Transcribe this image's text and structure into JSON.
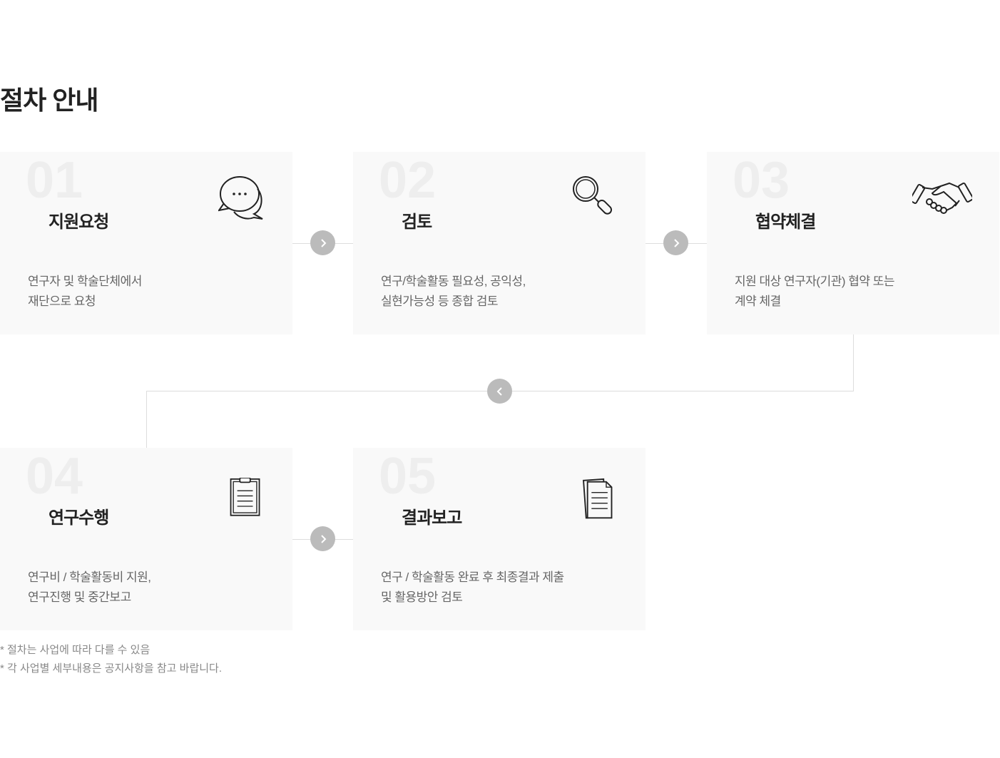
{
  "page_title": "절차 안내",
  "steps": [
    {
      "num": "01",
      "title": "지원요청",
      "desc": [
        "연구자 및 학술단체에서",
        "재단으로 요청"
      ],
      "icon": "speech-bubbles-icon"
    },
    {
      "num": "02",
      "title": "검토",
      "desc": [
        "연구/학술활동 필요성, 공익성,",
        "실현가능성 등 종합 검토"
      ],
      "icon": "magnifier-icon"
    },
    {
      "num": "03",
      "title": "협약체결",
      "desc": [
        "지원 대상 연구자(기관) 협약 또는",
        "계약 체결"
      ],
      "icon": "handshake-icon"
    },
    {
      "num": "04",
      "title": "연구수행",
      "desc": [
        "연구비 / 학술활동비 지원,",
        "연구진행 및 중간보고"
      ],
      "icon": "clipboard-icon"
    },
    {
      "num": "05",
      "title": "결과보고",
      "desc": [
        "연구 / 학술활동 완료 후 최종결과 제출",
        "및 활용방안 검토"
      ],
      "icon": "documents-icon"
    }
  ],
  "notes": [
    "* 절차는 사업에 따라 다를 수 있음",
    "* 각 사업별 세부내용은 공지사항을 참고 바랍니다."
  ]
}
